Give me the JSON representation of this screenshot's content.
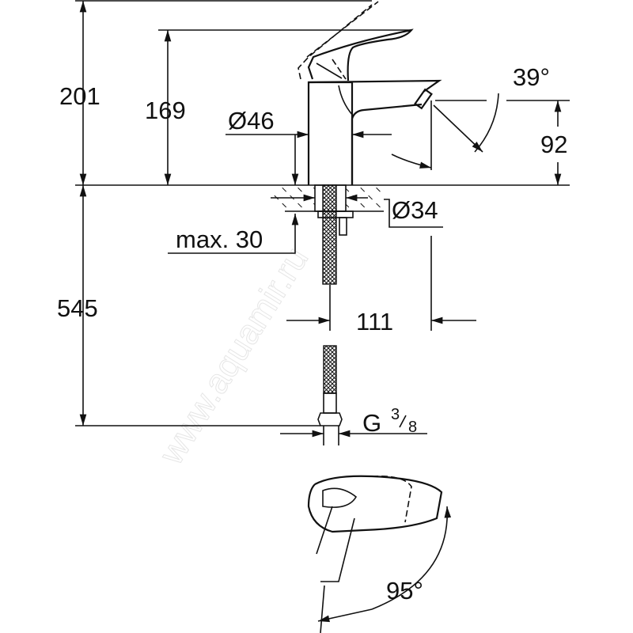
{
  "drawing": {
    "dimensions": {
      "total_height": "201",
      "spout_height": "169",
      "body_diameter": "Ø46",
      "spout_angle": "39°",
      "outlet_height": "92",
      "hole_diameter": "Ø34",
      "max_thickness": "max. 30",
      "hose_length": "545",
      "projection": "111",
      "thread_main": "G",
      "thread_num": "3",
      "thread_den": "8",
      "handle_rotation": "95°"
    },
    "watermark": "www.aquamir.ru"
  }
}
